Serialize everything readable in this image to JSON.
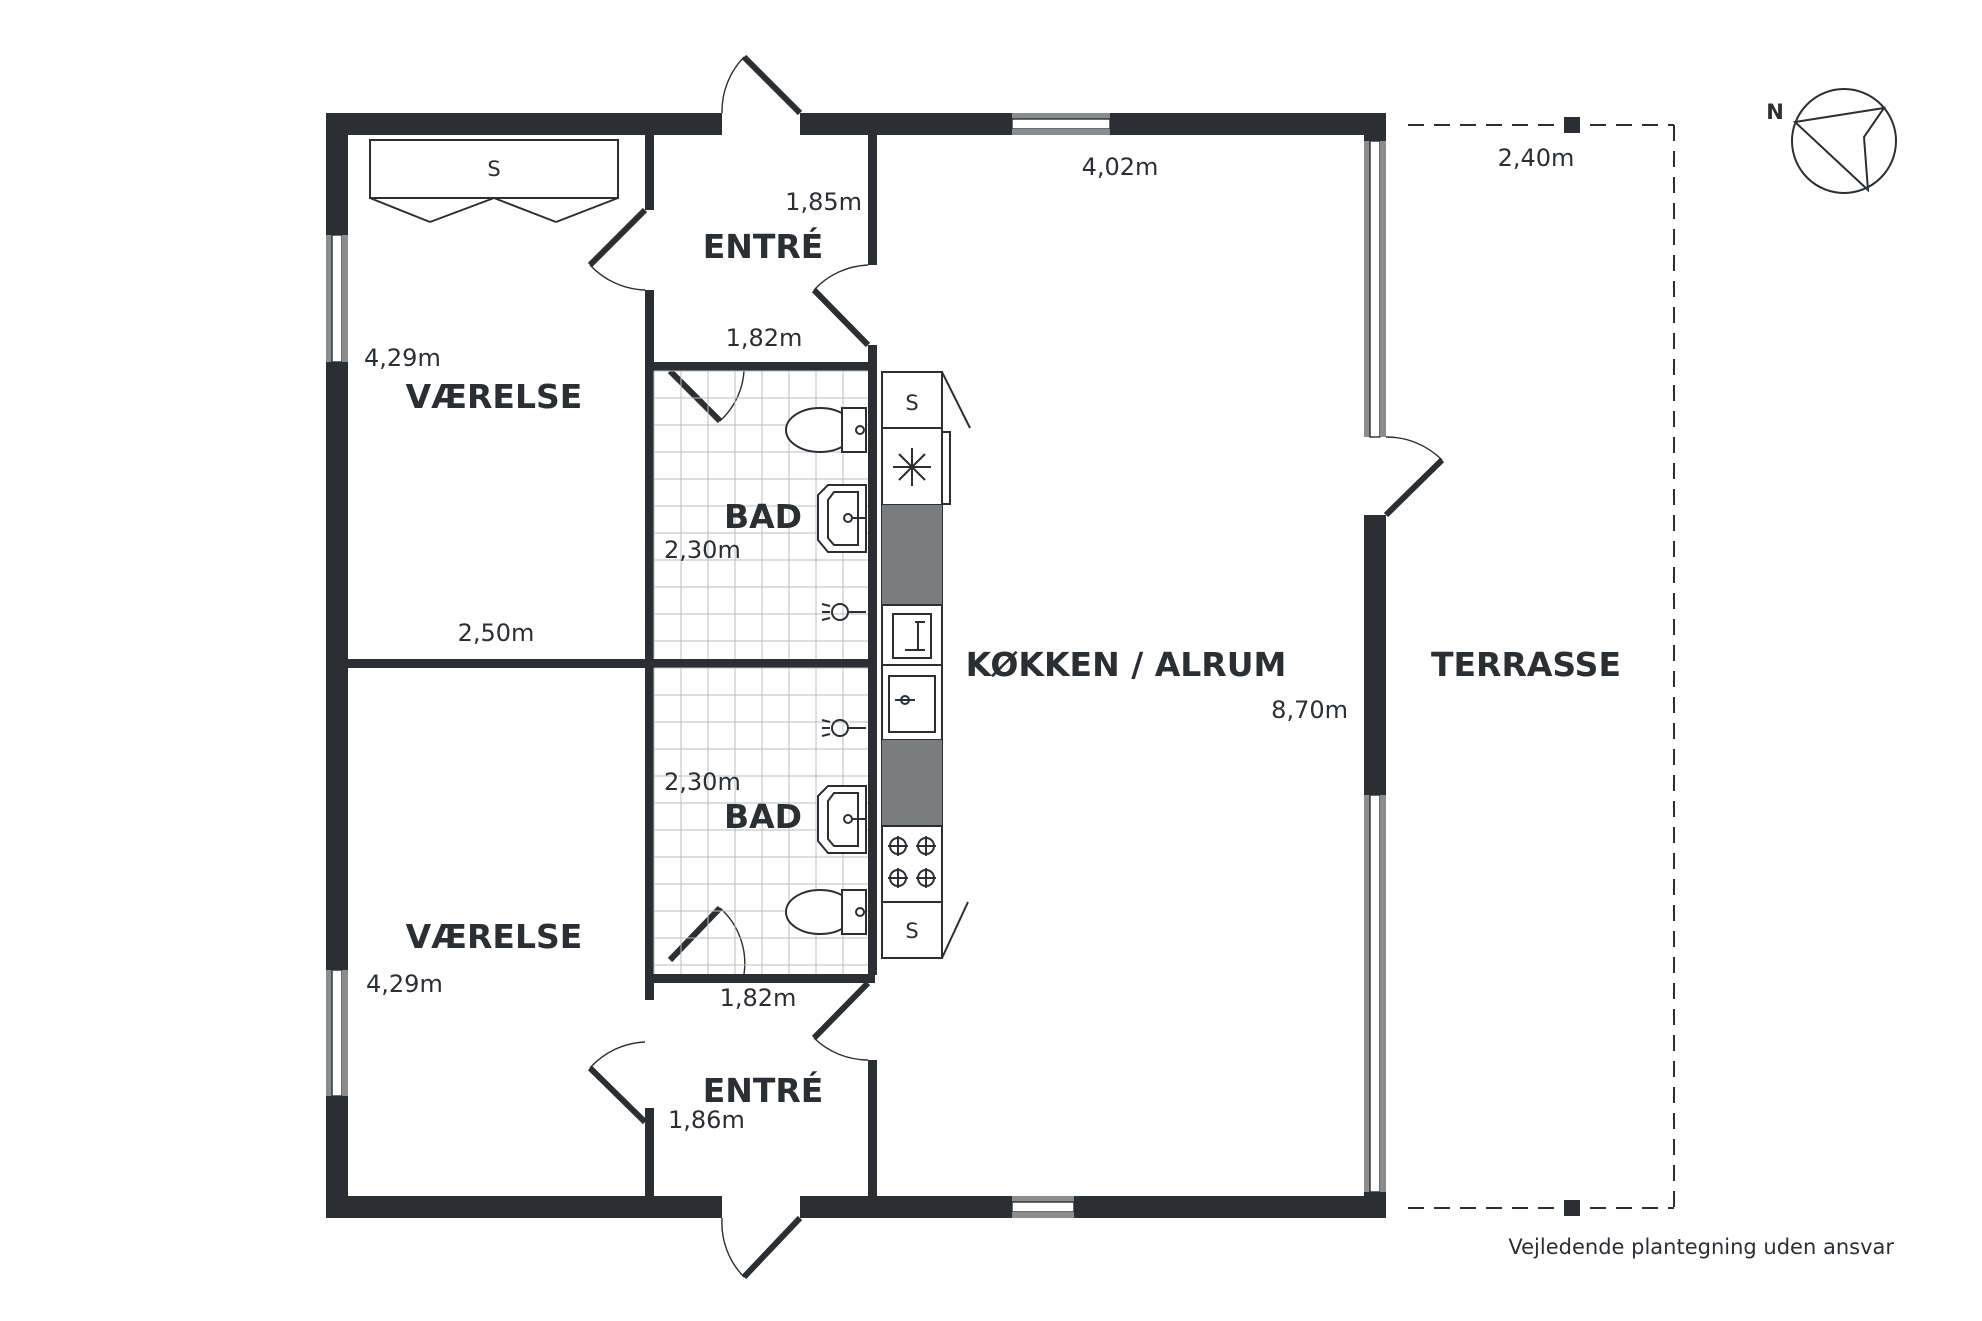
{
  "rooms": {
    "vaerelse_top": "VÆRELSE",
    "vaerelse_bottom": "VÆRELSE",
    "entre_top": "ENTRÉ",
    "entre_bottom": "ENTRÉ",
    "bad_top": "BAD",
    "bad_bottom": "BAD",
    "kokken": "KØKKEN / ALRUM",
    "terrasse": "TERRASSE"
  },
  "dimensions": {
    "vaerelse_top_side": "4,29m",
    "vaerelse_top_width": "2,50m",
    "vaerelse_bottom_side": "4,29m",
    "entre_top_side": "1,85m",
    "entre_top_width": "1,82m",
    "entre_bottom_width": "1,82m",
    "entre_bottom_side": "1,86m",
    "bad_top_side": "2,30m",
    "bad_bottom_side": "2,30m",
    "kokken_width": "4,02m",
    "kokken_side": "8,70m",
    "terrasse_width": "2,40m"
  },
  "fixtures": {
    "closet_label": "S",
    "kitchen_top_cabinet": "S",
    "kitchen_bottom_cabinet": "S",
    "fridge_icon": "snowflake-icon"
  },
  "compass": {
    "north_label": "N"
  },
  "footer": {
    "disclaimer": "Vejledende plantegning uden ansvar"
  }
}
